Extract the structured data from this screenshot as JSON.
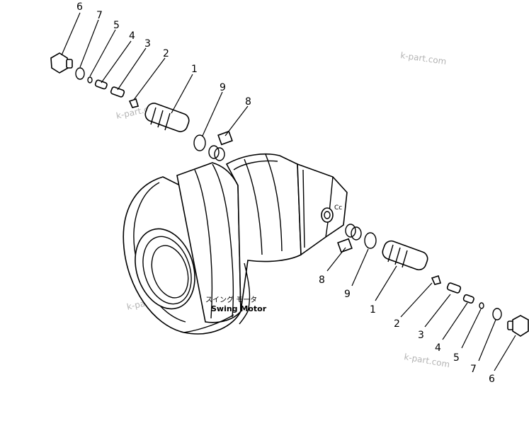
{
  "diagram": {
    "title_jp": "スイング モータ",
    "title_en": "Swing Motor",
    "watermark": "k-part.com",
    "callouts": [
      {
        "id": "top-6",
        "label": "6"
      },
      {
        "id": "top-7",
        "label": "7"
      },
      {
        "id": "top-5",
        "label": "5"
      },
      {
        "id": "top-4",
        "label": "4"
      },
      {
        "id": "top-3",
        "label": "3"
      },
      {
        "id": "top-2",
        "label": "2"
      },
      {
        "id": "top-1",
        "label": "1"
      },
      {
        "id": "top-9",
        "label": "9"
      },
      {
        "id": "top-8",
        "label": "8"
      },
      {
        "id": "bot-8",
        "label": "8"
      },
      {
        "id": "bot-9",
        "label": "9"
      },
      {
        "id": "bot-1",
        "label": "1"
      },
      {
        "id": "bot-2",
        "label": "2"
      },
      {
        "id": "bot-3",
        "label": "3"
      },
      {
        "id": "bot-4",
        "label": "4"
      },
      {
        "id": "bot-5",
        "label": "5"
      },
      {
        "id": "bot-7",
        "label": "7"
      },
      {
        "id": "bot-6",
        "label": "6"
      }
    ],
    "housing_mark": "Cc"
  }
}
